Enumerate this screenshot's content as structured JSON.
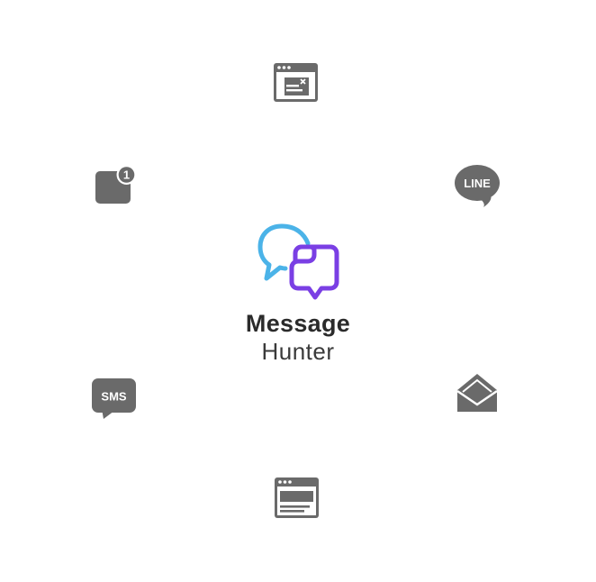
{
  "brand": {
    "name_line1": "Message",
    "name_line2": "Hunter",
    "logo_color_left": "#4bb3e8",
    "logo_color_right": "#7a3fe4"
  },
  "channels": {
    "icon_color": "#6a6a6a",
    "popup": {
      "icon": "popup-window-icon"
    },
    "line": {
      "icon": "line-bubble-icon",
      "label": "LINE"
    },
    "email": {
      "icon": "envelope-icon"
    },
    "web_banner": {
      "icon": "web-banner-window-icon"
    },
    "sms": {
      "icon": "sms-bubble-icon",
      "label": "SMS"
    },
    "push": {
      "icon": "push-notification-icon",
      "badge": "1"
    }
  }
}
